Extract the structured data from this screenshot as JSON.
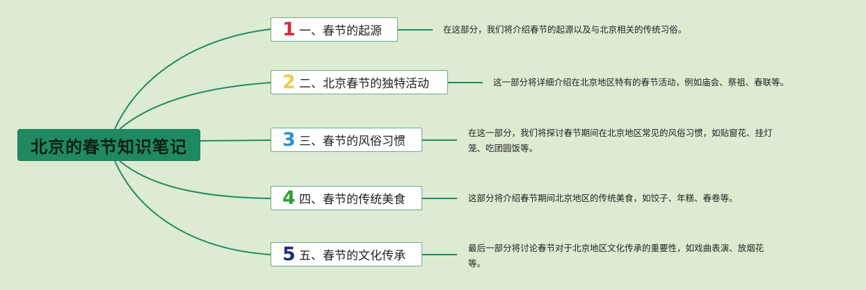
{
  "root": {
    "title": "北京的春节知识笔记"
  },
  "branches": [
    {
      "number": "1",
      "number_color": "#d42a3a",
      "label": "一、春节的起源",
      "desc": "在这部分，我们将介绍春节的起源以及与北京相关的传统习俗。"
    },
    {
      "number": "2",
      "number_color": "#f2c94c",
      "label": "二、北京春节的独特活动",
      "desc": "这一部分将详细介绍在北京地区特有的春节活动，例如庙会、祭祖、春联等。"
    },
    {
      "number": "3",
      "number_color": "#2a8fd4",
      "label": "三、春节的风俗习惯",
      "desc_lines": [
        "在这一部分，我们将探讨春节期间在北京地区常见的风俗习惯，如贴窗花、挂灯",
        "笼、吃团圆饭等。"
      ]
    },
    {
      "number": "4",
      "number_color": "#2f9e2f",
      "label": "四、春节的传统美食",
      "desc": "这部分将介绍春节期间北京地区的传统美食，如饺子、年糕、春卷等。"
    },
    {
      "number": "5",
      "number_color": "#1d2f7a",
      "label": "五、春节的文化传承",
      "desc_lines": [
        "最后一部分将讨论春节对于北京地区文化传承的重要性，如戏曲表演、放烟花",
        "等。"
      ]
    }
  ],
  "colors": {
    "background": "#dcebd2",
    "connector": "#1f8a62",
    "root_fill": "#1f8a62"
  }
}
